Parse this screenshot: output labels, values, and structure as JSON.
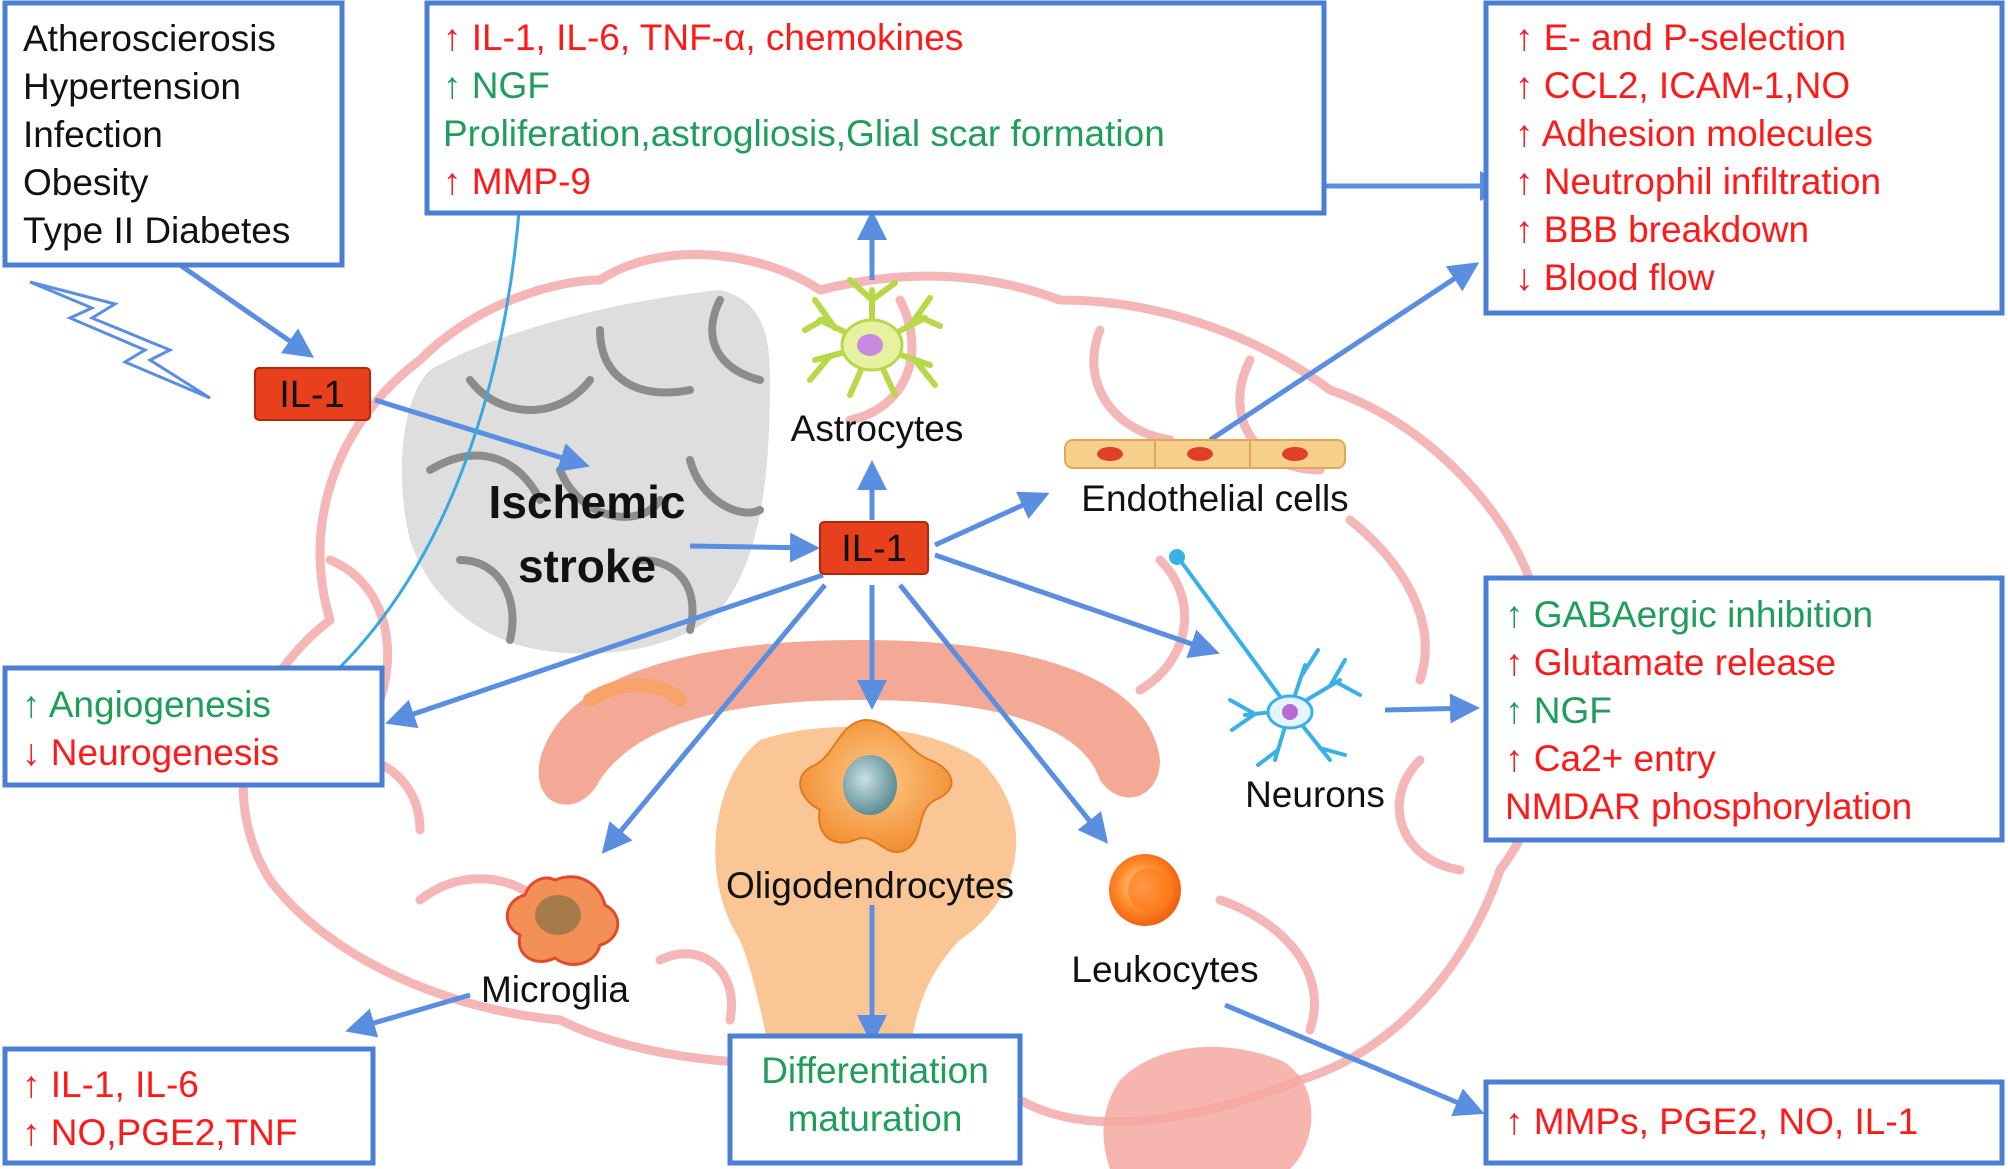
{
  "risk_factors": [
    "Atheroscierosis",
    "Hypertension",
    "Infection",
    "Obesity",
    "Type II Diabetes"
  ],
  "center": {
    "il1_left": "IL-1",
    "il1_center": "IL-1",
    "stroke_line1": "Ischemic",
    "stroke_line2": "stroke"
  },
  "cells": {
    "astrocytes": "Astrocytes",
    "endothelial": "Endothelial cells",
    "neurons": "Neurons",
    "oligodendrocytes": "Oligodendrocytes",
    "leukocytes": "Leukocytes",
    "microglia": "Microglia"
  },
  "boxes": {
    "astrocyte_effects": [
      {
        "text": "↑ IL-1, IL-6, TNF-α, chemokines",
        "color": "red"
      },
      {
        "text": "↑ NGF",
        "color": "green"
      },
      {
        "text": "Proliferation,astrogliosis,Glial scar formation",
        "color": "green"
      },
      {
        "text": "↑ MMP-9",
        "color": "red"
      }
    ],
    "endothelial_effects": [
      {
        "text": "↑ E- and P-selection",
        "color": "red"
      },
      {
        "text": "↑ CCL2, ICAM-1,NO",
        "color": "red"
      },
      {
        "text": "↑ Adhesion molecules",
        "color": "red"
      },
      {
        "text": "↑ Neutrophil infiltration",
        "color": "red"
      },
      {
        "text": "↑ BBB breakdown",
        "color": "red"
      },
      {
        "text": "↓ Blood flow",
        "color": "red"
      }
    ],
    "angio_effects": [
      {
        "text": "↑ Angiogenesis",
        "color": "green"
      },
      {
        "text": "↓ Neurogenesis",
        "color": "red"
      }
    ],
    "neuron_effects": [
      {
        "text": "↑ GABAergic inhibition",
        "color": "green"
      },
      {
        "text": "↑ Glutamate release",
        "color": "red"
      },
      {
        "text": "↑ NGF",
        "color": "green"
      },
      {
        "text": "↑ Ca2+ entry",
        "color": "red"
      },
      {
        "text": "  NMDAR phosphorylation",
        "color": "red"
      }
    ],
    "microglia_effects": [
      {
        "text": "↑ IL-1, IL-6",
        "color": "red"
      },
      {
        "text": "↑ NO,PGE2,TNF",
        "color": "red"
      }
    ],
    "oligo_effects": [
      {
        "text": "Differentiation",
        "color": "green"
      },
      {
        "text": "maturation",
        "color": "green"
      }
    ],
    "leukocyte_effects": [
      {
        "text": "↑ MMPs, PGE2, NO, IL-1",
        "color": "red"
      }
    ]
  },
  "colors": {
    "arrow": "#5a8ee0",
    "box_border": "#4a7fd4",
    "il1_fill": "#e8401c",
    "up_red": "#ff1a1a",
    "green": "#1e9e5a",
    "brain_outline": "#f4b6b6"
  }
}
